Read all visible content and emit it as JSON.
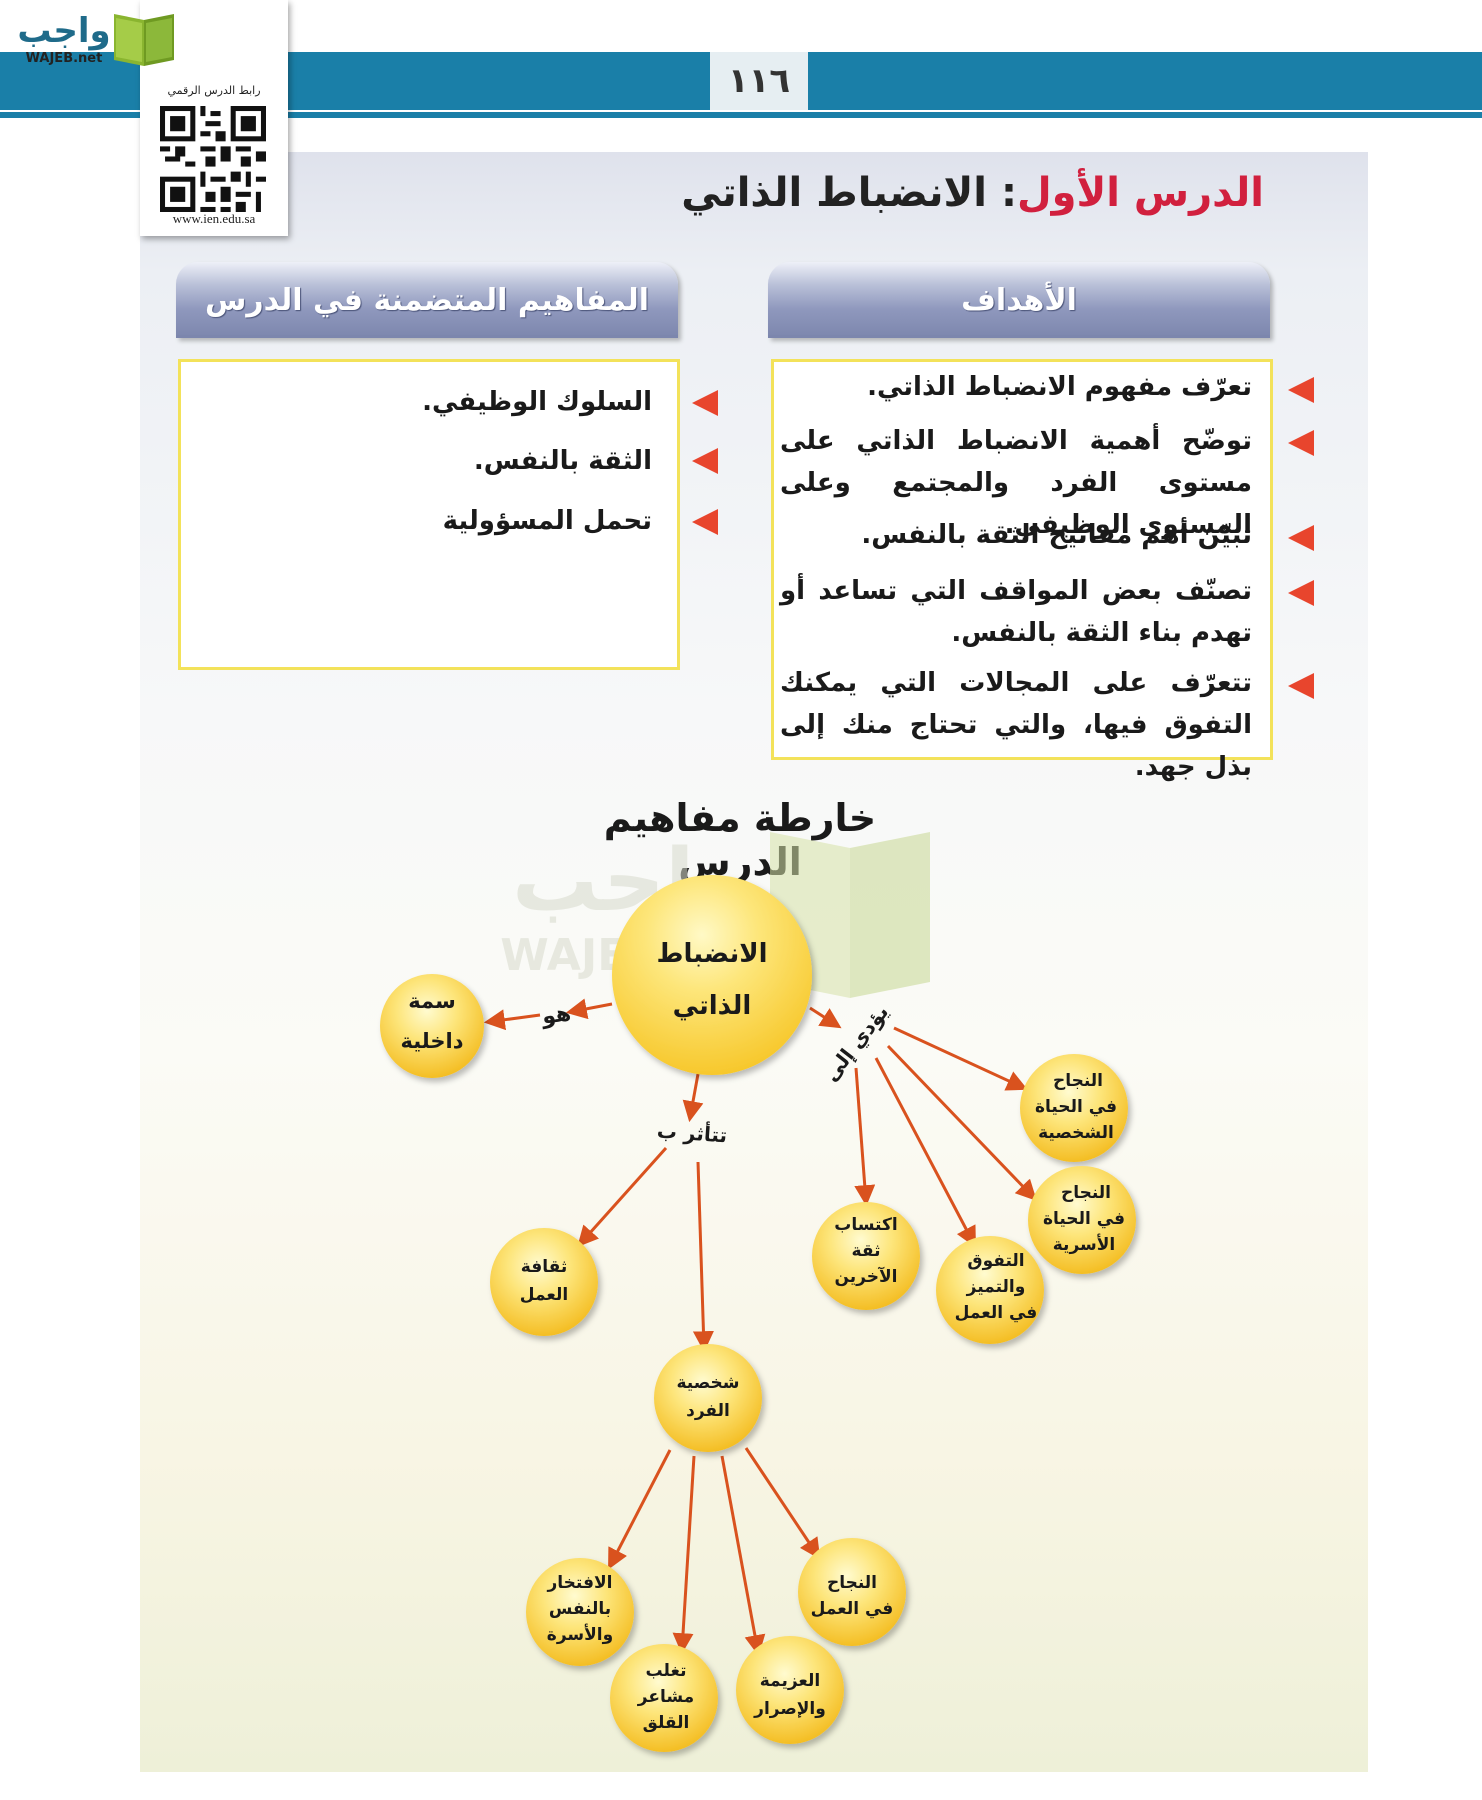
{
  "header": {
    "page_number": "١١٦",
    "logo_text": "واجب",
    "logo_subtext": "WAJEB.net"
  },
  "qr": {
    "caption": "رابط الدرس الرقمي",
    "url": "www.ien.edu.sa"
  },
  "lesson": {
    "label": "الدرس الأول",
    "separator": ":",
    "title": "الانضباط الذاتي"
  },
  "goals": {
    "header": "الأهداف",
    "items": [
      "تعرّف مفهوم الانضباط الذاتي.",
      "توضّح أهمية الانضباط الذاتي على مستوى الفرد والمجتمع وعلى المستوى الوظيفي.",
      "تبيّن أهم مفاتيح الثقة بالنفس.",
      "تصنّف بعض المواقف التي تساعد أو تهدم بناء الثقة بالنفس.",
      "تتعرّف على المجالات التي يمكنك التفوق فيها، والتي تحتاج منك إلى بذل جهد."
    ]
  },
  "concepts": {
    "header": "المفاهيم المتضمنة في الدرس",
    "items": [
      "السلوك الوظيفي.",
      "الثقة بالنفس.",
      "تحمل المسؤولية"
    ]
  },
  "concept_map": {
    "title": "خارطة مفاهيم الدرس",
    "watermark": "واجب",
    "watermark_sub": "WAJEB.net",
    "center": [
      "الانضباط",
      "الذاتي"
    ],
    "relations": {
      "is": "هو",
      "leads_to": "يؤدي إلى",
      "affected_by": "تتأثر ب"
    },
    "nodes": {
      "inner_trait": [
        "سمة",
        "داخلية"
      ],
      "personal_success": [
        "النجاح",
        "في الحياة",
        "الشخصية"
      ],
      "family_success": [
        "النجاح",
        "في الحياة",
        "الأسرية"
      ],
      "excellence": [
        "التفوق",
        "والتميز",
        "في العمل"
      ],
      "trust": [
        "اكتساب",
        "ثقة",
        "الآخرين"
      ],
      "work_culture": [
        "ثقافة",
        "العمل"
      ],
      "personality": [
        "شخصية",
        "الفرد"
      ],
      "work_success": [
        "النجاح",
        "في العمل"
      ],
      "determination": [
        "العزيمة",
        "والإصرار"
      ],
      "anxiety": [
        "تغلب",
        "مشاعر",
        "القلق"
      ],
      "pride": [
        "الافتخار",
        "بالنفس",
        "والأسرة"
      ]
    }
  },
  "colors": {
    "band": "#1a7fa8",
    "title_red": "#d1203e",
    "box_border": "#f3e25a",
    "bullet": "#e8452d",
    "node_fill": "#fbd63a",
    "arrow": "#d9521e"
  }
}
